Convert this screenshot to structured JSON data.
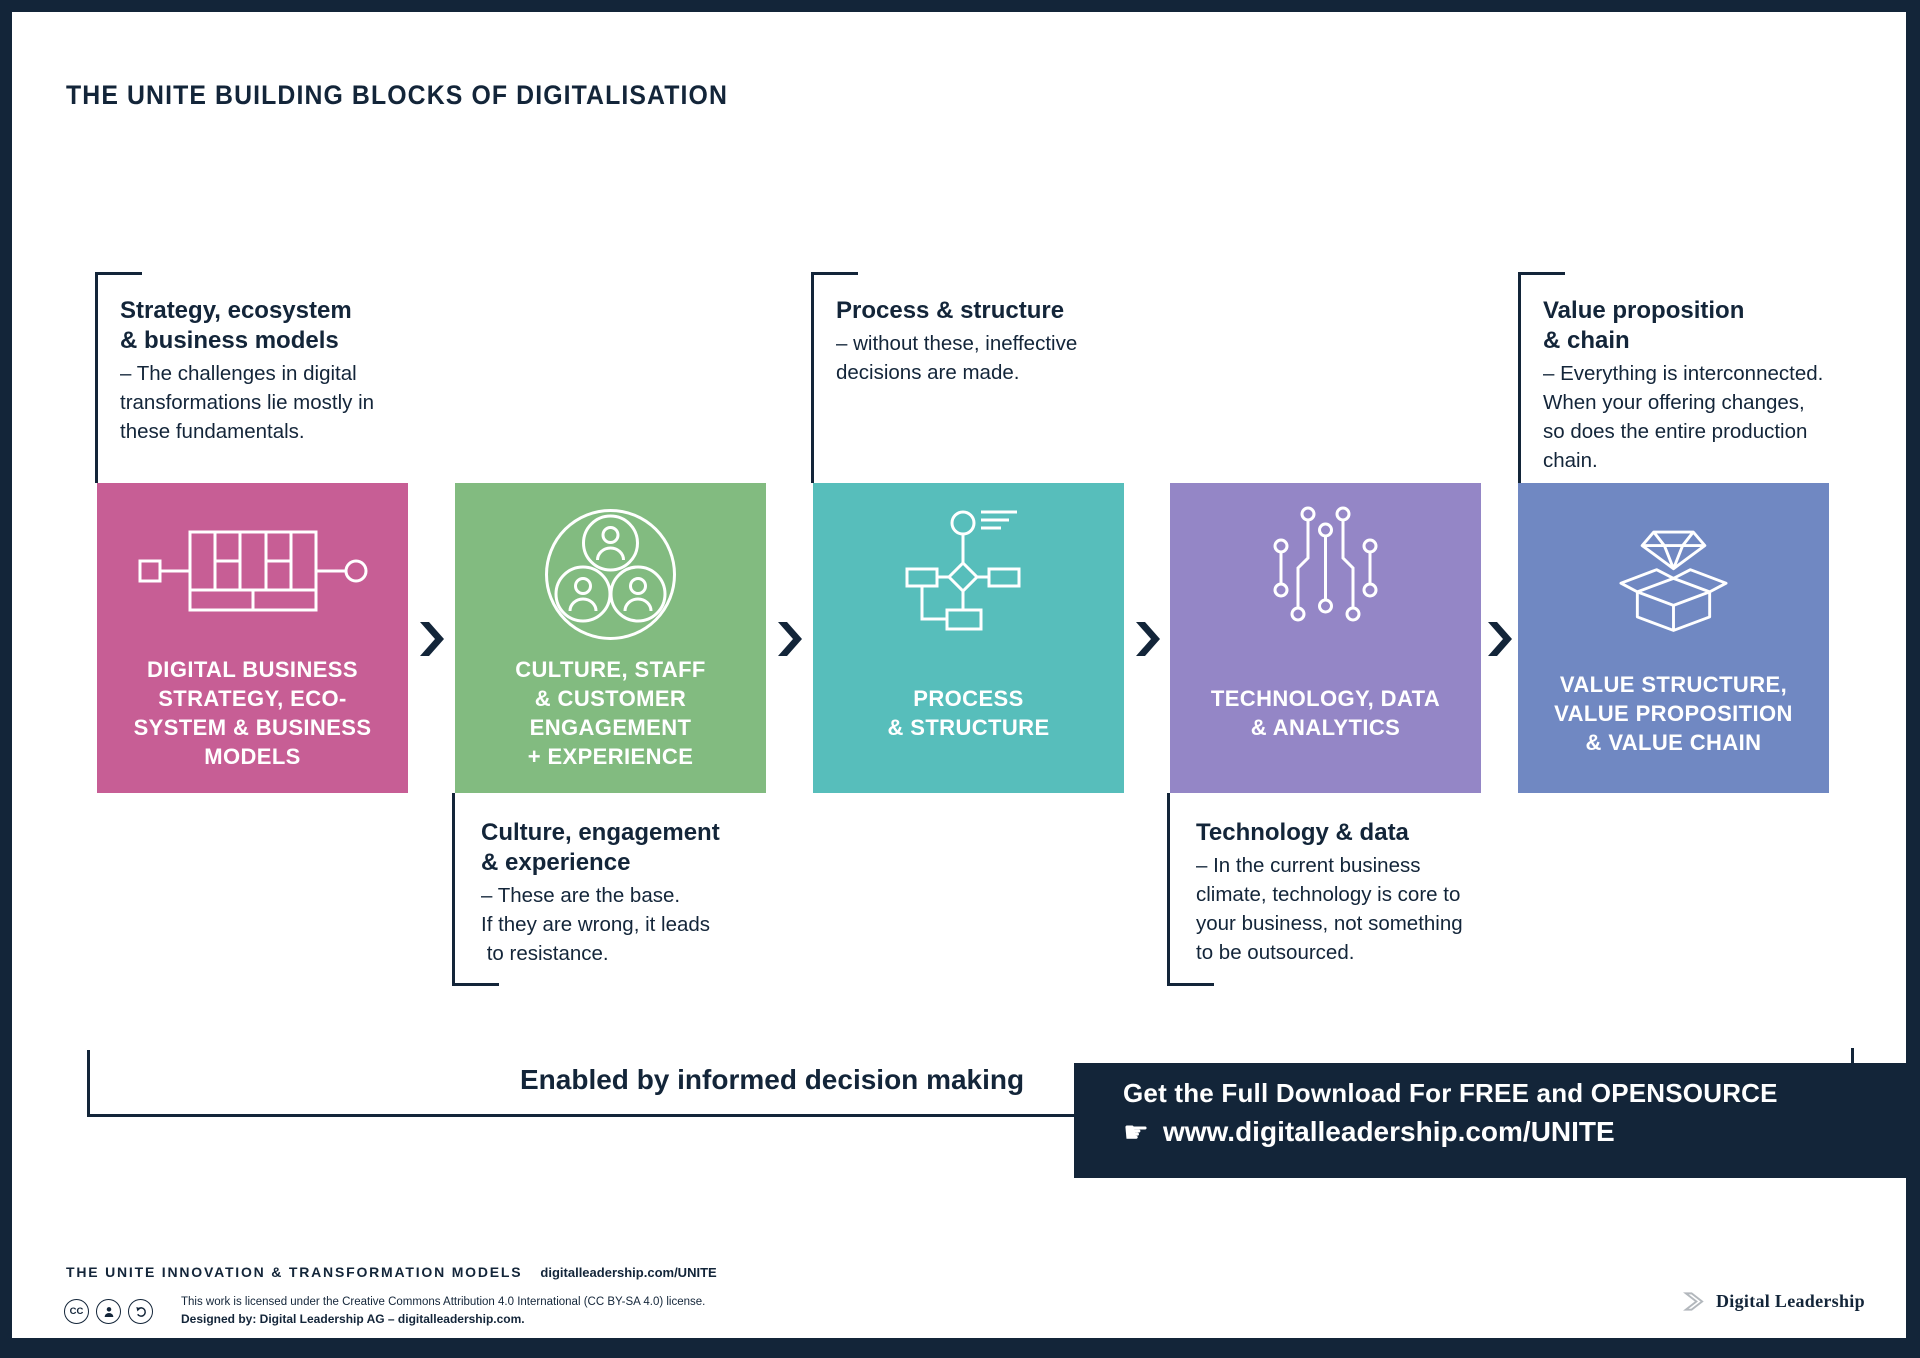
{
  "title": "THE UNITE BUILDING BLOCKS OF DIGITALISATION",
  "colors": {
    "navy": "#132539",
    "pink": "#C75E95",
    "green": "#82BB80",
    "teal": "#57BEBB",
    "purple": "#9486C6",
    "blue": "#7088C2",
    "white": "#FFFFFF",
    "logo_gray": "#B3B8BD"
  },
  "blocks": [
    {
      "icon": "business-model-canvas-icon",
      "color": "#C75E95",
      "label_lines": [
        "DIGITAL BUSINESS",
        "STRATEGY, ECO-",
        "SYSTEM & BUSINESS",
        "MODELS"
      ]
    },
    {
      "icon": "team-icon",
      "color": "#82BB80",
      "label_lines": [
        "CULTURE, STAFF",
        "& CUSTOMER",
        "ENGAGEMENT",
        "+ EXPERIENCE"
      ]
    },
    {
      "icon": "flowchart-icon",
      "color": "#57BEBB",
      "label_lines": [
        "PROCESS",
        "& STRUCTURE"
      ]
    },
    {
      "icon": "circuit-icon",
      "color": "#9486C6",
      "label_lines": [
        "TECHNOLOGY, DATA",
        "& ANALYTICS"
      ]
    },
    {
      "icon": "diamond-box-icon",
      "color": "#7088C2",
      "label_lines": [
        "VALUE STRUCTURE,",
        "VALUE PROPOSITION",
        "& VALUE CHAIN"
      ]
    }
  ],
  "annotations": [
    {
      "placement": "top",
      "title_lines": [
        "Strategy, ecosystem",
        "& business models"
      ],
      "body_lines": [
        "– The challenges in digital",
        "transformations lie mostly in",
        "these fundamentals."
      ]
    },
    {
      "placement": "bottom",
      "title_lines": [
        "Culture, engagement",
        "& experience"
      ],
      "body_lines": [
        "– These are the base.",
        "If they are wrong, it leads",
        " to resistance."
      ]
    },
    {
      "placement": "top",
      "title_lines": [
        "Process & structure"
      ],
      "body_lines": [
        "– without these, ineffective",
        "decisions are made."
      ]
    },
    {
      "placement": "bottom",
      "title_lines": [
        "Technology & data"
      ],
      "body_lines": [
        "– In the current business",
        "climate, technology is core to",
        "your business, not something",
        "to be outsourced."
      ]
    },
    {
      "placement": "top",
      "title_lines": [
        "Value proposition",
        "& chain"
      ],
      "body_lines": [
        "– Everything is interconnected.",
        "When your offering changes,",
        "so does the entire production",
        "chain."
      ]
    }
  ],
  "enabled_strip": {
    "text": "Enabled by informed decision making"
  },
  "banner": {
    "line1": "Get the Full Download For FREE and OPENSOURCE",
    "hand_icon": "☛",
    "line2": "www.digitalleadership.com/UNITE"
  },
  "footer": {
    "series_title": "THE UNITE INNOVATION & TRANSFORMATION MODELS",
    "series_url": "digitalleadership.com/UNITE",
    "cc_badge_label": "CC",
    "license_line1": "This work is licensed under the Creative Commons Attribution 4.0 International (CC BY-SA 4.0) license.",
    "license_line2": "Designed by: Digital Leadership AG – digitalleadership.com."
  },
  "logo": {
    "text": "Digital Leadership"
  }
}
